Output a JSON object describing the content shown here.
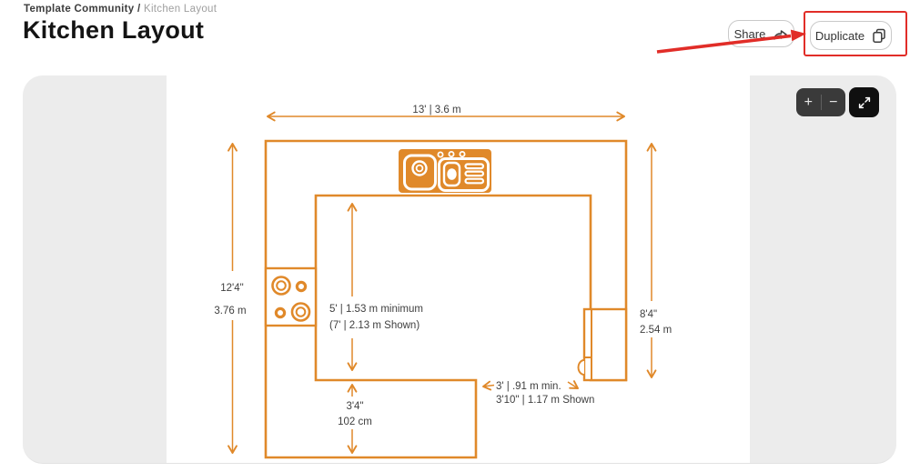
{
  "header": {
    "breadcrumb": {
      "root": "Template Community /",
      "current": "Kitchen Layout"
    },
    "title": "Kitchen Layout",
    "buttons": {
      "share": "Share",
      "duplicate": "Duplicate"
    }
  },
  "canvas": {
    "zoom_in": "+",
    "zoom_out": "−"
  },
  "annotation": {
    "color": "#e12d28",
    "highlighted_button": "Duplicate"
  },
  "diagram": {
    "accent_color": "#E0892A",
    "label_color": "#3f3f3f",
    "labels": {
      "top_width": "13'  |  3.6 m",
      "left_height_ft": "12'4\"",
      "left_height_m": "3.76 m",
      "clearance_line1": "5'  |  1.53 m minimum",
      "clearance_line2": "(7'  |  2.13 m Shown)",
      "right_height_ft": "8'4\"",
      "right_height_m": "2.54 m",
      "peninsula_depth_ft": "3'4\"",
      "peninsula_depth_cm": "102 cm",
      "walkway_line1": "3'  |  .91 m min.",
      "walkway_line2": "3'10\"  |  1.17 m Shown"
    }
  }
}
